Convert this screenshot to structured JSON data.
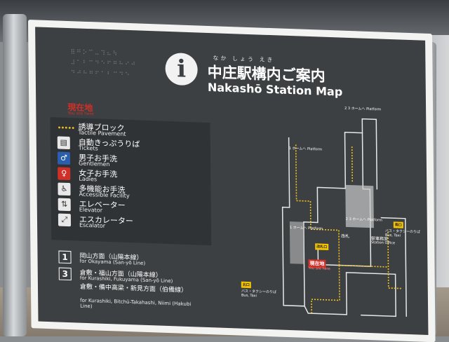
{
  "sign": {
    "icon": "info-icon",
    "title_ruby": "なか しょう えき",
    "title_ja": "中庄駅構内ご案内",
    "title_en": "Nakashō Station Map",
    "red_label_ja": "現在地",
    "red_label_en": "You are here"
  },
  "legend": [
    {
      "icon": "tactile-pavement-icon",
      "ja": "誘導ブロック",
      "en": "Tactile Pavement"
    },
    {
      "icon": "ticket-machine-icon",
      "ja": "自動きっぷうりば",
      "en": "Tickets"
    },
    {
      "icon": "men-restroom-icon",
      "ja": "男子お手洗",
      "en": "Gentlemen"
    },
    {
      "icon": "women-restroom-icon",
      "ja": "女子お手洗",
      "en": "Ladies"
    },
    {
      "icon": "wheelchair-icon",
      "ja": "多機能お手洗",
      "en": "Accessible Facility"
    },
    {
      "icon": "elevator-icon",
      "ja": "エレベーター",
      "en": "Elevator"
    },
    {
      "icon": "escalator-icon",
      "ja": "エスカレーター",
      "en": "Escalator"
    }
  ],
  "directions": [
    {
      "num": "1",
      "ja": "岡山方面（山陽本線）",
      "en": "for Okayama (San-yō Line)"
    },
    {
      "num": "3",
      "ja": "倉敷・福山方面（山陽本線）",
      "en": "for Kurashiki, Fukuyama (San-yō Line)"
    },
    {
      "num": "",
      "ja": "倉敷・備中高梁・新見方面（伯備線）",
      "en": "for Kurashiki, Bitchū-Takahashi, Niimi (Hakubi Line)"
    }
  ],
  "map": {
    "platform_23": "2 3 ホームへ Platform",
    "platform_1": "1 ホームへ Platform",
    "station_office_ja": "駅事務室",
    "station_office_en": "Station Office",
    "gate_ja": "改札",
    "gate_exit": "改札口",
    "here_ja": "現在地",
    "here_en": "You are here",
    "north_exit": "北口",
    "south_exit": "南口",
    "bus_taxi_ja": "バス・タクシーのりば",
    "bus_taxi_en": "Bus, Taxi"
  },
  "colors": {
    "board": "#3d4043",
    "frame": "#f3f3f1",
    "accent_red": "#d03028",
    "tactile_yellow": "#f3c21c",
    "exit_yellow": "#f5c400"
  }
}
